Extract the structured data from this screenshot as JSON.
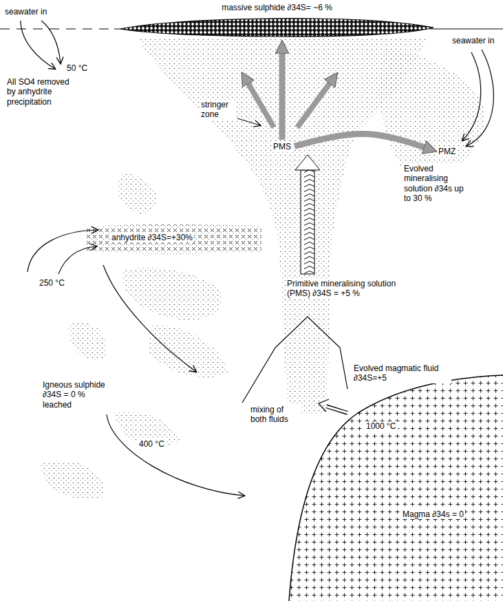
{
  "diagram": {
    "nodes": [
      {
        "text": [
          "massive sulphide ∂34S= ~6 %"
        ]
      },
      {
        "text": [
          "anhydrite ∂34S=+30%"
        ]
      },
      {
        "text": [
          "PMS"
        ]
      },
      {
        "text": [
          "PMZ"
        ]
      },
      {
        "text": [
          "Magma ∂34s = 0"
        ]
      }
    ],
    "edges": [
      {
        "from": 2,
        "to": 0,
        "arrow": "to"
      },
      {
        "from": 2,
        "to": 3,
        "arrow": "to"
      }
    ],
    "labels": [
      "seawater in",
      "seawater in",
      "50 °C",
      "All SO4 removed by anhydrite precipitation",
      "stringer zone",
      "Evolved mineralising solution ∂34s up to 30 %",
      "250 °C",
      "Primitive mineralising solution (PMS) ∂34S = +5 %",
      "Igneous sulphide ∂34S = 0 % leached",
      "400 °C",
      "mixing of both fluids",
      "Evolved magmatic fluid ∂34S=+5",
      "1000 °C"
    ]
  }
}
